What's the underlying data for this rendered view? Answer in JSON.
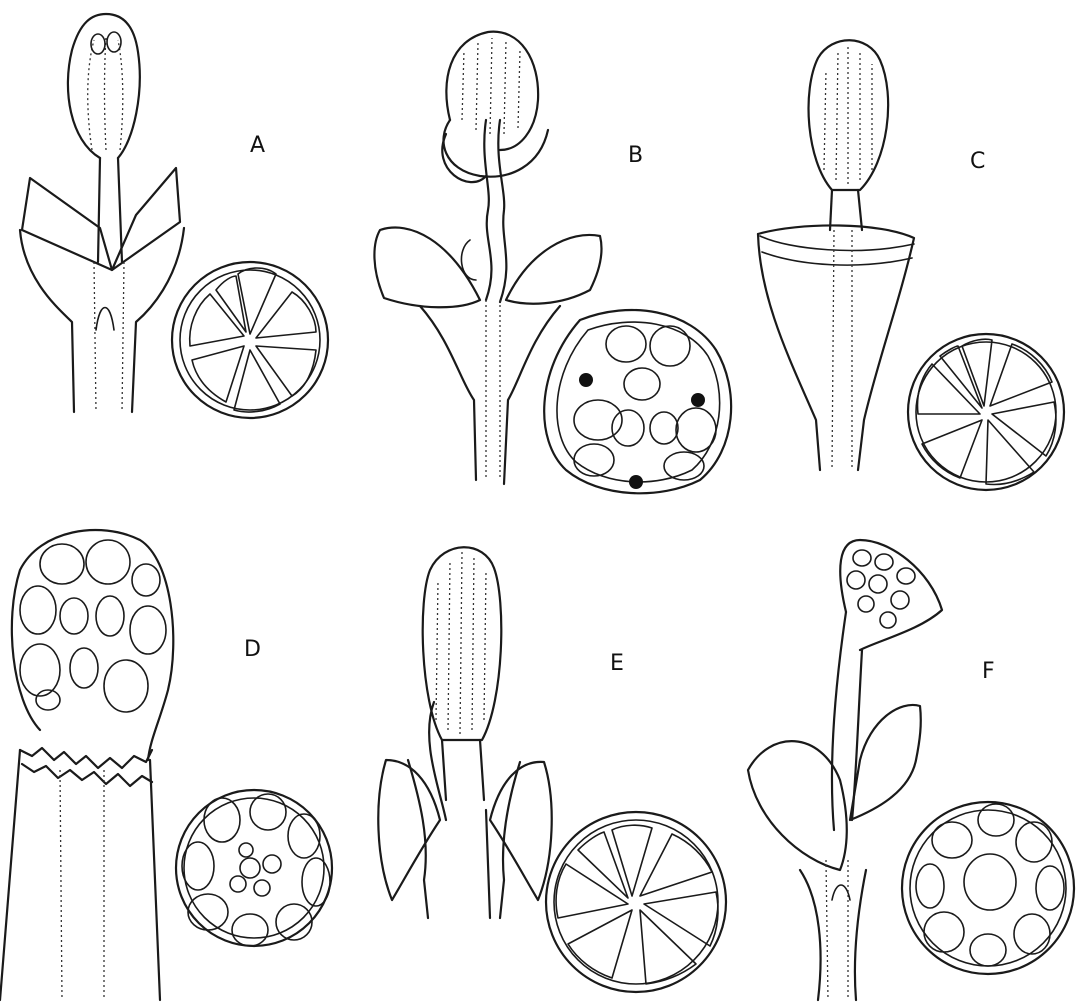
{
  "figure": {
    "panels": [
      {
        "id": "A",
        "label": "A"
      },
      {
        "id": "B",
        "label": "B"
      },
      {
        "id": "C",
        "label": "C"
      },
      {
        "id": "D",
        "label": "D"
      },
      {
        "id": "E",
        "label": "E"
      },
      {
        "id": "F",
        "label": "F"
      }
    ]
  },
  "colors": {
    "ink": "#1a1a1a",
    "paper": "#ffffff"
  }
}
